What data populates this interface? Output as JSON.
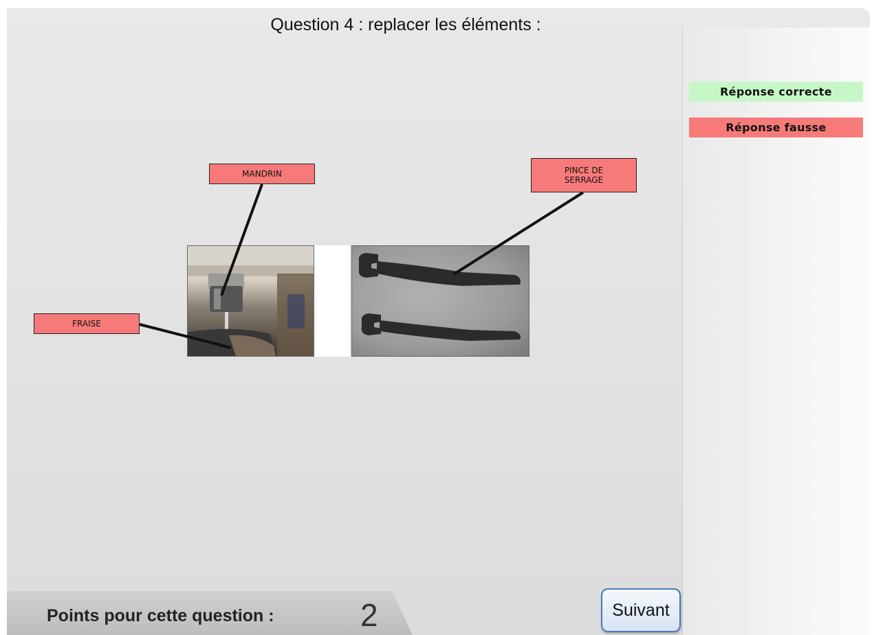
{
  "question": {
    "title": "Question 4 : replacer les éléments :"
  },
  "legend": {
    "correct_label": "Réponse correcte",
    "wrong_label": "Réponse fausse",
    "correct_color": "#c7f7c7",
    "wrong_color": "#f77a7a"
  },
  "labels": {
    "mandrin": "MANDRIN",
    "pince_line1": "PINCE DE",
    "pince_line2": "SERRAGE",
    "fraise": "FRAISE"
  },
  "score": {
    "label": "Points pour cette question :",
    "value": "2"
  },
  "buttons": {
    "next_label": "Suivant"
  },
  "icons": {
    "photo_1": "milling-machine-chuck-photo",
    "photo_2": "collet-wrenches-photo"
  }
}
